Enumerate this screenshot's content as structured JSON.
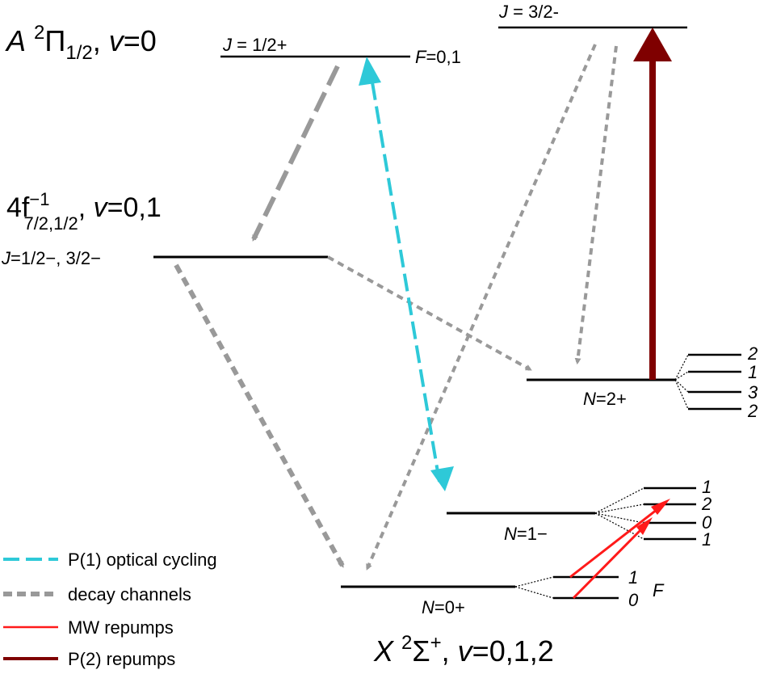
{
  "colors": {
    "level": "#000000",
    "decay": "#999999",
    "cycling": "#2ec9d8",
    "mw": "#ff1a1a",
    "p2": "#7f0000"
  },
  "states": {
    "A": {
      "letter": "A",
      "sup": "2",
      "term": "Π",
      "sub": "1/2",
      "vib_sep": ", ",
      "vib_var": "v",
      "vib_val": "=0",
      "level_j12": {
        "var": "J",
        "value": " = 1/2+",
        "f_var": "F",
        "f_value": "=0,1"
      },
      "level_j32": {
        "var": "J",
        "value": " = 3/2-"
      }
    },
    "inner": {
      "prefix": "4f",
      "sup": "−1",
      "sub": "7/2,1/2",
      "vib_sep": ", ",
      "vib_var": "v",
      "vib_val": "=0,1",
      "level": {
        "var": "J",
        "value": "=1/2−, 3/2−"
      }
    },
    "X": {
      "letter": "X",
      "sup": "2",
      "term": "Σ",
      "term_sup": "+",
      "vib_sep": ", ",
      "vib_var": "v",
      "vib_val": "=0,1,2",
      "f_header": "F",
      "levels": [
        {
          "var": "N",
          "value": "=2+",
          "sublevels": [
            "2",
            "1",
            "3",
            "2"
          ]
        },
        {
          "var": "N",
          "value": "=1−",
          "sublevels": [
            "1",
            "2",
            "0",
            "1"
          ]
        },
        {
          "var": "N",
          "value": "=0+",
          "sublevels": [
            "1",
            "0"
          ]
        }
      ]
    }
  },
  "legend": [
    {
      "label": "P(1) optical cycling",
      "style": "cycling"
    },
    {
      "label": "decay channels",
      "style": "decay"
    },
    {
      "label": "MW repumps",
      "style": "mw"
    },
    {
      "label": "P(2) repumps",
      "style": "p2"
    }
  ]
}
